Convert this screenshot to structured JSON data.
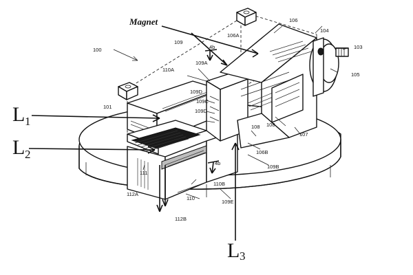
{
  "figure": {
    "magnet_label": "Magnet",
    "labels": {
      "l100": "100",
      "l101": "101",
      "l103": "103",
      "l104": "104",
      "l105": "105",
      "l106": "106",
      "l106a": "106A",
      "l106b": "106B",
      "l107": "107",
      "l108": "108",
      "l109": "109",
      "l109a": "109A",
      "l109b": "109B",
      "l109c": "109C",
      "l109d": "109D",
      "l109e": "109E",
      "l110": "110",
      "l110a": "110A",
      "l110b": "110B",
      "l111": "111",
      "l112a": "112A",
      "l112b": "112B",
      "l4b_top": "4b",
      "l4b_bot": "4b"
    },
    "beams": {
      "b1": "L",
      "b1_sub": "1",
      "b2": "L",
      "b2_sub": "2",
      "b3": "L",
      "b3_sub": "3"
    }
  }
}
